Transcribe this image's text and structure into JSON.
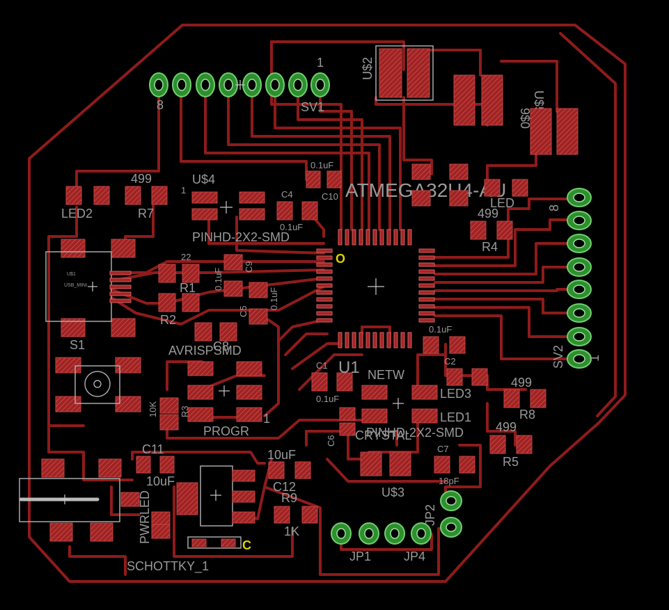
{
  "colors": {
    "background": "#000000",
    "trace": "#8f1b1b",
    "pad": "#a52525",
    "via": "#2d8f2d",
    "silkscreen": "#9a9a9a",
    "marker": "#e0d000"
  },
  "labels": {
    "sv1": "SV1",
    "sv1_pin1": "1",
    "sv1_pin8": "8",
    "sv2": "SV2",
    "sv2_pin1": "1",
    "sv2_pin8": "8",
    "usb2": "U$2",
    "us5": "U$5",
    "us6": "9$0",
    "c10_value": "0.1uF",
    "c10": "C10",
    "c4": "C4",
    "c4_value": "0.1uF",
    "us4": "U$4",
    "us4_pin1": "1",
    "us4_part": "PINHD-2X2-SMD",
    "mcu": "ATMEGA32U4-AU",
    "led2": "LED2",
    "r7_value": "499",
    "r7": "R7",
    "led_top": "LED",
    "r4_value": "499",
    "r4": "R4",
    "r1_value": "22",
    "r1": "R1",
    "r2": "R2",
    "c9_value": "0.1uF",
    "c9": "C9",
    "c5_value": "0.1uF",
    "c5": "C5",
    "c8": "C8",
    "avrispsmd": "AVRISPSMD",
    "s1": "S1",
    "pin1_mark": "O",
    "c2_value": "0.1uF",
    "c2": "C2",
    "c1": "C1",
    "c1_value": "0.1uF",
    "u1": "U1",
    "netw": "NETW",
    "led3": "LED3",
    "led1": "LED1",
    "r8_value": "499",
    "r8": "R8",
    "r5_value": "499",
    "r5": "R5",
    "r3_value": "10K",
    "r3": "R3",
    "progr": "PROGR",
    "progr_pin1": "1",
    "crystal": "CRYSTAL",
    "c6": "C6",
    "us3_part": "PINHD-2X2-SMD",
    "c11": "C11",
    "c11_value": "10uF",
    "pwrled": "PWRLED",
    "c12_value": "10uF",
    "c12": "C12",
    "us3": "U$3",
    "c7": "C7",
    "c7_value": "18pF",
    "r9": "R9",
    "r9_value": "1K",
    "jp1": "JP1",
    "jp4": "JP4",
    "jp2": "JP2",
    "schottky": "SCHOTTKY_1",
    "cathode_mark": "C",
    "usb_small1": "U$1",
    "usb_small2": "USB_MINI"
  }
}
